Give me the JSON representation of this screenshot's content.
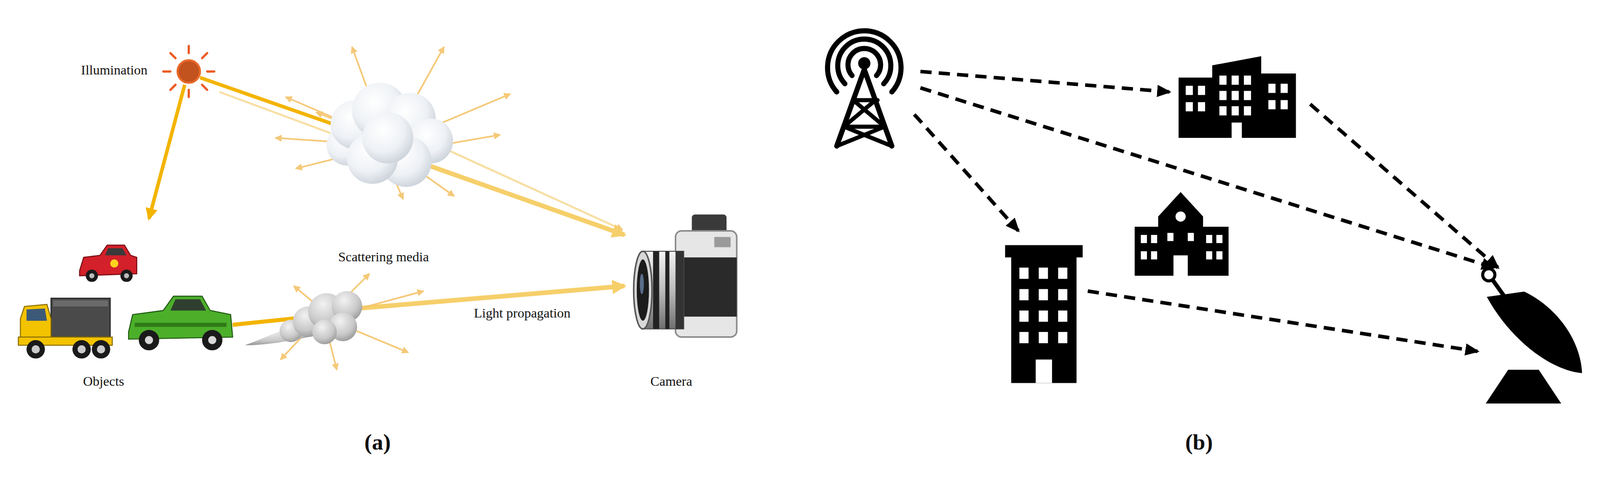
{
  "diagram": {
    "labels": [
      "Illumination",
      "Scattering media",
      "Light propagation",
      "Objects",
      "Camera",
      "(a)",
      "(b)"
    ]
  }
}
